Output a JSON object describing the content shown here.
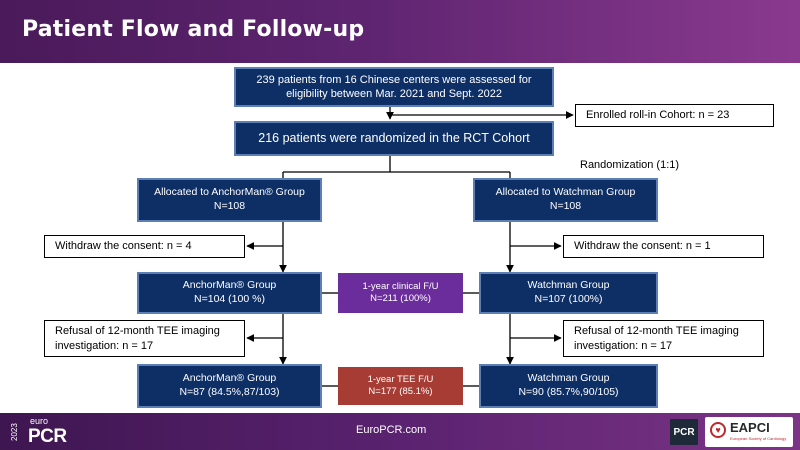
{
  "header": {
    "title": "Patient Flow and Follow-up"
  },
  "flow": {
    "assessed": {
      "line1": "239 patients from 16 Chinese centers were assessed for",
      "line2": "eligibility between Mar. 2021 and Sept. 2022"
    },
    "rollin": "Enrolled roll-in Cohort: n = 23",
    "randomized": "216 patients were randomized in the RCT Cohort",
    "randomization_label": "Randomization (1:1)",
    "left": {
      "allocated": {
        "line1": "Allocated to AnchorMan® Group",
        "line2": "N=108"
      },
      "withdraw": "Withdraw the consent: n = 4",
      "group1": {
        "line1": "AnchorMan® Group",
        "line2": "N=104 (100 %)"
      },
      "refusal": {
        "line1": "Refusal of 12-month TEE imaging",
        "line2": "investigation: n = 17"
      },
      "group2": {
        "line1": "AnchorMan® Group",
        "line2": "N=87 (84.5%,87/103)"
      }
    },
    "right": {
      "allocated": {
        "line1": "Allocated to Watchman Group",
        "line2": "N=108"
      },
      "withdraw": "Withdraw the consent: n = 1",
      "group1": {
        "line1": "Watchman Group",
        "line2": "N=107 (100%)"
      },
      "refusal": {
        "line1": "Refusal of 12-month TEE imaging",
        "line2": "investigation: n = 17"
      },
      "group2": {
        "line1": "Watchman Group",
        "line2": "N=90 (85.7%,90/105)"
      }
    },
    "clinical_fu": {
      "line1": "1-year clinical F/U",
      "line2": "N=211 (100%)"
    },
    "tee_fu": {
      "line1": "1-year TEE F/U",
      "line2": "N=177 (85.1%)"
    }
  },
  "footer": {
    "url": "EuroPCR.com",
    "logo_year": "2023",
    "logo_euro": "euro",
    "logo_pcr": "PCR",
    "pcr_badge": "PCR",
    "eapci": "EAPCI",
    "eapci_sub": "European Society of Cardiology"
  },
  "colors": {
    "navy": "#0d2f66",
    "purple": "#6b2d9b",
    "red": "#a63c34",
    "header": "#5e2470"
  }
}
